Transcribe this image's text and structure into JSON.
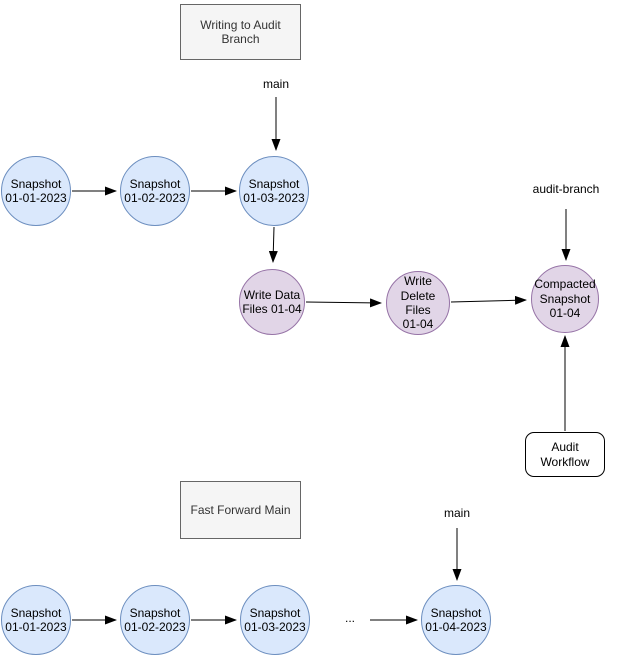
{
  "colors": {
    "snapshot_fill": "#dae8fc",
    "snapshot_stroke": "#6c8ebf",
    "process_fill": "#e1d5e7",
    "process_stroke": "#9673a6",
    "title_fill": "#f5f5f5",
    "title_stroke": "#666666",
    "title_text": "#333333",
    "workflow_fill": "#ffffff",
    "workflow_stroke": "#000000",
    "arrow": "#000000",
    "text": "#000000"
  },
  "top": {
    "title": "Writing to Audit Branch",
    "main_label": "main",
    "audit_branch_label": "audit-branch",
    "snapshots": [
      "Snapshot\n01-01-2023",
      "Snapshot\n01-02-2023",
      "Snapshot\n01-03-2023"
    ],
    "write_nodes": [
      "Write Data\nFiles 01-04",
      "Write\nDelete Files\n01-04",
      "Compacted\nSnapshot\n01-04"
    ],
    "audit_workflow": "Audit\nWorkflow"
  },
  "bottom": {
    "title": "Fast Forward Main",
    "main_label": "main",
    "ellipsis": "...",
    "snapshots": [
      "Snapshot\n01-01-2023",
      "Snapshot\n01-02-2023",
      "Snapshot\n01-03-2023",
      "Snapshot\n01-04-2023"
    ]
  }
}
